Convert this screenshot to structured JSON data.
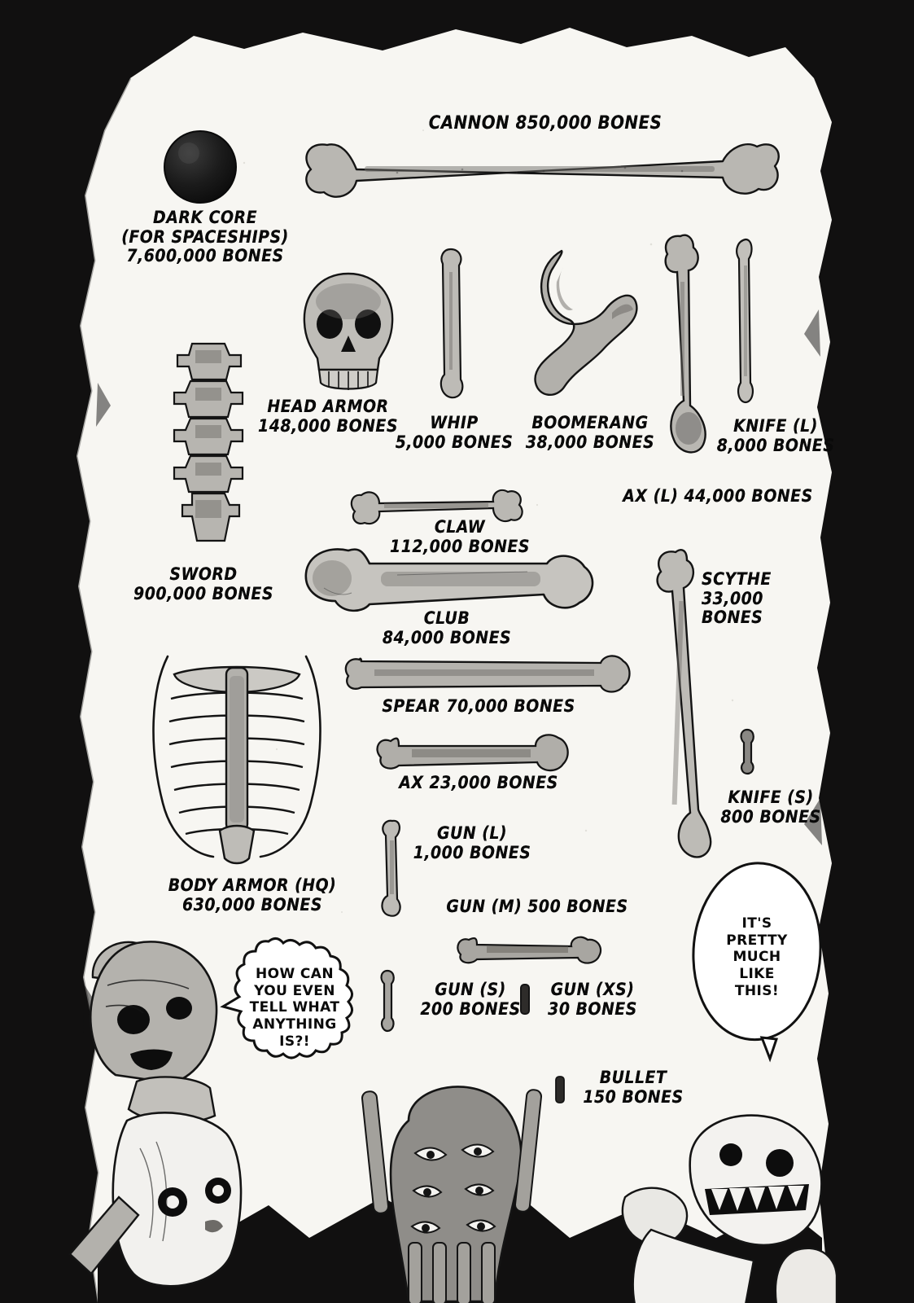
{
  "page": {
    "background_color": "#111010",
    "paper_color": "#f7f6f2",
    "ink_color": "#0a0a0a",
    "title_caption": "CANNON 850,000 BONES"
  },
  "items": [
    {
      "id": "dark-core",
      "name": "DARK CORE\n(FOR SPACESHIPS)",
      "cost": "7,600,000 BONES",
      "label": "DARK CORE\n(FOR SPACESHIPS)\n7,600,000 BONES"
    },
    {
      "id": "cannon",
      "name": "CANNON",
      "cost": "850,000 BONES",
      "label": "CANNON 850,000 BONES"
    },
    {
      "id": "head-armor",
      "name": "HEAD ARMOR",
      "cost": "148,000 BONES",
      "label": "HEAD ARMOR\n148,000 BONES"
    },
    {
      "id": "whip",
      "name": "WHIP",
      "cost": "5,000 BONES",
      "label": "WHIP\n5,000 BONES"
    },
    {
      "id": "boomerang",
      "name": "BOOMERANG",
      "cost": "38,000 BONES",
      "label": "BOOMERANG\n38,000 BONES"
    },
    {
      "id": "knife-l",
      "name": "KNIFE (L)",
      "cost": "8,000 BONES",
      "label": "KNIFE (L)\n8,000 BONES"
    },
    {
      "id": "ax-l",
      "name": "AX (L)",
      "cost": "44,000 BONES",
      "label": "AX (L) 44,000 BONES"
    },
    {
      "id": "sword",
      "name": "SWORD",
      "cost": "900,000 BONES",
      "label": "SWORD\n900,000 BONES"
    },
    {
      "id": "claw",
      "name": "CLAW",
      "cost": "112,000 BONES",
      "label": "CLAW\n112,000 BONES"
    },
    {
      "id": "club",
      "name": "CLUB",
      "cost": "84,000 BONES",
      "label": "CLUB\n84,000 BONES"
    },
    {
      "id": "scythe",
      "name": "SCYTHE",
      "cost": "33,000 BONES",
      "label": "SCYTHE\n33,000\nBONES"
    },
    {
      "id": "spear",
      "name": "SPEAR",
      "cost": "70,000 BONES",
      "label": "SPEAR 70,000 BONES"
    },
    {
      "id": "ax",
      "name": "AX",
      "cost": "23,000 BONES",
      "label": "AX 23,000 BONES"
    },
    {
      "id": "body-armor-hq",
      "name": "BODY ARMOR (HQ)",
      "cost": "630,000 BONES",
      "label": "BODY ARMOR (HQ)\n630,000 BONES"
    },
    {
      "id": "gun-l",
      "name": "GUN (L)",
      "cost": "1,000 BONES",
      "label": "GUN (L)\n1,000 BONES"
    },
    {
      "id": "knife-s",
      "name": "KNIFE (S)",
      "cost": "800 BONES",
      "label": "KNIFE (S)\n800 BONES"
    },
    {
      "id": "gun-m",
      "name": "GUN (M)",
      "cost": "500 BONES",
      "label": "GUN (M) 500 BONES"
    },
    {
      "id": "gun-s",
      "name": "GUN (S)",
      "cost": "200 BONES",
      "label": "GUN (S)\n200 BONES"
    },
    {
      "id": "gun-xs",
      "name": "GUN (XS)",
      "cost": "30 BONES",
      "label": "GUN (XS)\n30 BONES"
    },
    {
      "id": "bullet",
      "name": "BULLET",
      "cost": "150 BONES",
      "label": "BULLET\n150 BONES"
    }
  ],
  "speech_bubbles": [
    {
      "id": "left-bubble",
      "style": "jagged",
      "text": "HOW CAN\nYOU EVEN\nTELL WHAT\nANYTHING\nIS?!"
    },
    {
      "id": "right-bubble",
      "style": "round",
      "text": "IT'S\nPRETTY\nMUCH\nLIKE\nTHIS!"
    }
  ],
  "characters": [
    {
      "id": "skull-helm-character",
      "description": "skeleton in bone helmet, left"
    },
    {
      "id": "white-masked-character",
      "description": "pale ghost-like mask, lower left"
    },
    {
      "id": "many-eyed-character",
      "description": "multi-eyed hooded figure, center bottom"
    },
    {
      "id": "fanged-skull-character",
      "description": "grinning fanged skull, right bottom"
    }
  ]
}
